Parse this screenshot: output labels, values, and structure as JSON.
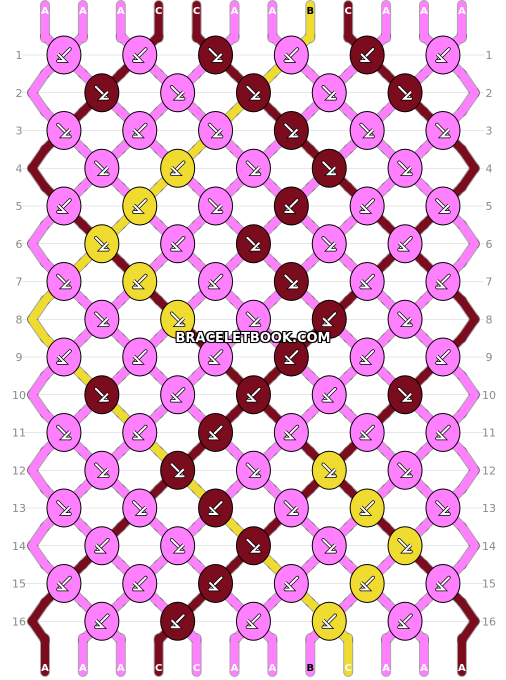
{
  "colors": {
    "A": "#ff80ff",
    "B": "#f0dc30",
    "C": "#7a0c1e",
    "rule": "#d0d0d0",
    "label": "#8a8a8a"
  },
  "strands": {
    "top": [
      "A",
      "A",
      "A",
      "C",
      "C",
      "A",
      "A",
      "B",
      "C",
      "A",
      "A",
      "A"
    ],
    "bottom": [
      "A",
      "A",
      "A",
      "C",
      "C",
      "A",
      "A",
      "B",
      "C",
      "A",
      "A",
      "A"
    ]
  },
  "rows": [
    "1",
    "2",
    "3",
    "4",
    "5",
    "6",
    "7",
    "8",
    "9",
    "10",
    "11",
    "12",
    "13",
    "14",
    "15",
    "16"
  ],
  "knots": [
    [
      "A:bl",
      "A:bl",
      "C:br",
      "A:bl",
      "C:bl",
      "A:bl"
    ],
    [
      "C:br",
      "A:br",
      "C:br",
      "A:br",
      "C:br"
    ],
    [
      "A:br",
      "A:bl",
      "A:br",
      "C:br",
      "A:br",
      "A:br"
    ],
    [
      "A:br",
      "B:bl",
      "A:br",
      "C:br",
      "A:br"
    ],
    [
      "A:bl",
      "B:bl",
      "A:br",
      "C:bl",
      "A:bl",
      "A:br"
    ],
    [
      "B:br",
      "A:bl",
      "C:br",
      "A:br",
      "A:bl"
    ],
    [
      "A:br",
      "B:bl",
      "A:bl",
      "C:br",
      "A:bl",
      "A:bl"
    ],
    [
      "A:br",
      "B:br",
      "A:br",
      "C:bl",
      "A:br"
    ],
    [
      "A:bl",
      "A:bl",
      "A:bl",
      "C:bl",
      "A:bl",
      "A:bl"
    ],
    [
      "C:br",
      "A:bl",
      "C:bl",
      "A:bl",
      "C:br"
    ],
    [
      "A:br",
      "A:bl",
      "C:bl",
      "A:bl",
      "A:bl",
      "A:bl"
    ],
    [
      "A:br",
      "C:br",
      "A:br",
      "B:br",
      "A:br"
    ],
    [
      "A:br",
      "A:br",
      "C:bl",
      "A:br",
      "B:bl",
      "A:br"
    ],
    [
      "A:bl",
      "A:br",
      "C:br",
      "A:br",
      "B:br"
    ],
    [
      "A:bl",
      "A:bl",
      "C:bl",
      "A:bl",
      "B:bl",
      "A:bl"
    ],
    [
      "A:bl",
      "C:bl",
      "A:bl",
      "B:bl",
      "A:bl"
    ]
  ],
  "watermark": "BRACELETBOOK.COM"
}
